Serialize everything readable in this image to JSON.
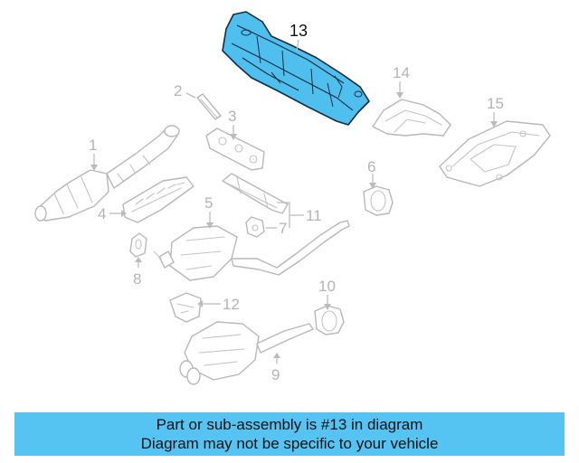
{
  "diagram": {
    "highlighted_callout": "13",
    "callouts": [
      "1",
      "2",
      "3",
      "4",
      "5",
      "6",
      "7",
      "8",
      "9",
      "10",
      "11",
      "12",
      "13",
      "14",
      "15"
    ]
  },
  "banner": {
    "line1": "Part or sub-assembly is #13 in diagram",
    "line2": "Diagram may not be specific to your vehicle"
  },
  "colors": {
    "highlight_fill": "#4fc0ee",
    "highlight_stroke": "#1a2a40",
    "banner_background": "#56c4f2",
    "line_gray": "#b8b8b8"
  }
}
